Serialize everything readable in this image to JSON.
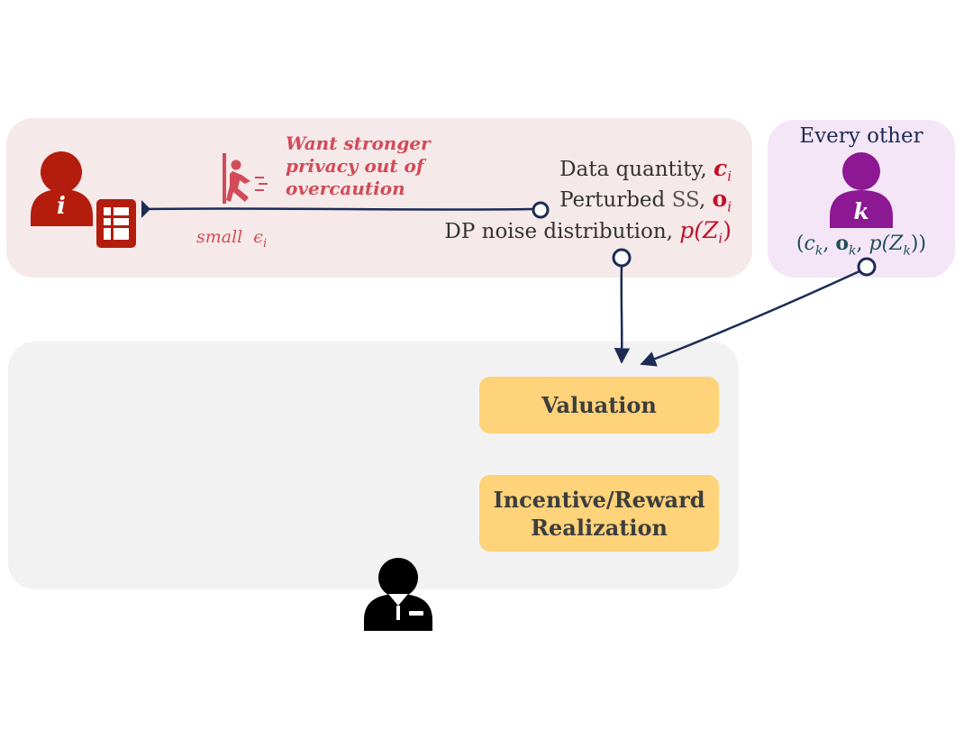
{
  "agent_i": {
    "label": "i"
  },
  "agent_k": {
    "header": "Every other",
    "label": "k"
  },
  "note": {
    "line1": "Want stronger",
    "line2": "privacy out of",
    "line3": "overcaution"
  },
  "epsilon": {
    "word": "small",
    "symbol": "ϵ",
    "sub": "i"
  },
  "outputs": {
    "data_quantity": {
      "text": "Data quantity, ",
      "var": "c",
      "sub": "i"
    },
    "perturbed": {
      "text": "Perturbed ",
      "ss": "SS",
      "comma": ", ",
      "var": "o",
      "sub": "i"
    },
    "dp_noise": {
      "text": "DP noise distribution, ",
      "pre": "p(Z",
      "sub": "i",
      "post": ")"
    }
  },
  "others_tuple": {
    "open": "(",
    "c": "c",
    "c_sub": "k",
    "sep1": ", ",
    "o": "o",
    "o_sub": "k",
    "sep2": ", ",
    "p": "p(Z",
    "p_sub": "k",
    "close": "))"
  },
  "boxes": {
    "valuation": "Valuation",
    "incentive_line1": "Incentive/Reward",
    "incentive_line2": "Realization"
  },
  "icons": {
    "agent_i": "person-icon",
    "dataset": "table-icon",
    "privacy": "running-person-icon",
    "agent_k": "person-icon",
    "mediator": "person-with-id-badge-icon"
  },
  "colors": {
    "agent_i": "#b41c0e",
    "agent_k": "#8c1894",
    "arrows": "#1c2c55",
    "boxes": "#fed37a"
  }
}
